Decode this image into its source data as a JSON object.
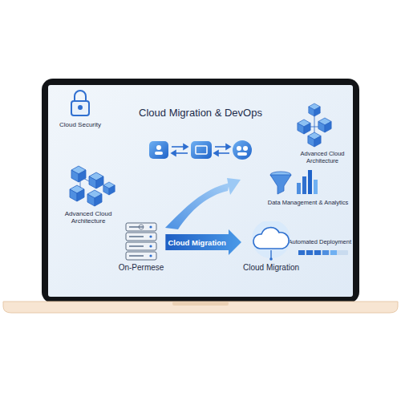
{
  "diagram": {
    "title": "Cloud Migration & DevOps",
    "nodes": [
      {
        "text": [
          "On-Permese"
        ]
      },
      {
        "text": [
          "Cloud Migration"
        ]
      }
    ],
    "edges": [
      {
        "from": 0,
        "to": 1,
        "arrow": "to",
        "label": "Cloud Migration"
      }
    ],
    "labels": [
      "Cloud Security",
      "Advanced Cloud Architecture",
      "Advanced Cloud Architecture",
      "Data Management & Analytics",
      "Automated Deployment"
    ]
  }
}
